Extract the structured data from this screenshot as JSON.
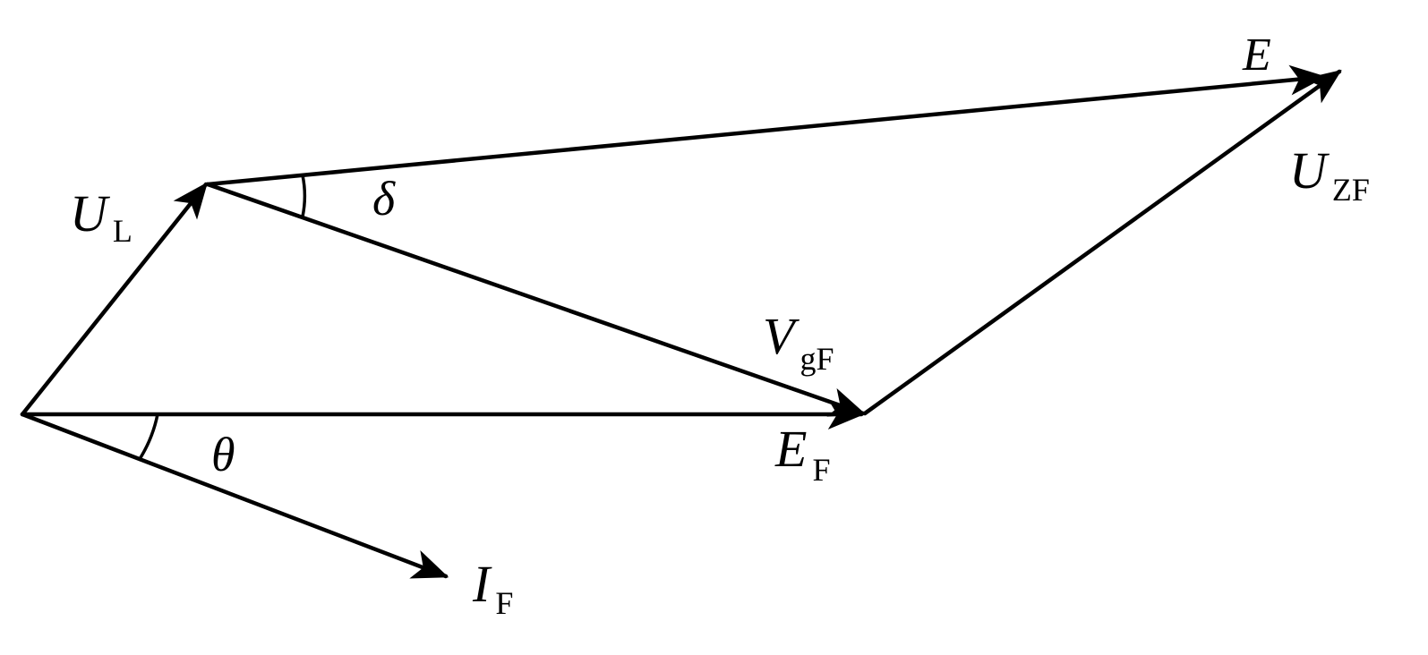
{
  "diagram": {
    "stroke_color": "#000000",
    "background": "#ffffff",
    "vectors": {
      "E": {
        "symbol": "E",
        "subscript": ""
      },
      "U_ZF": {
        "symbol": "U",
        "subscript": "ZF"
      },
      "U_L": {
        "symbol": "U",
        "subscript": "L"
      },
      "V_gF": {
        "symbol": "V",
        "subscript": "gF"
      },
      "E_F": {
        "symbol": "E",
        "subscript": "F"
      },
      "I_F": {
        "symbol": "I",
        "subscript": "F"
      }
    },
    "angles": {
      "delta": {
        "symbol": "δ"
      },
      "theta": {
        "symbol": "θ"
      }
    }
  }
}
